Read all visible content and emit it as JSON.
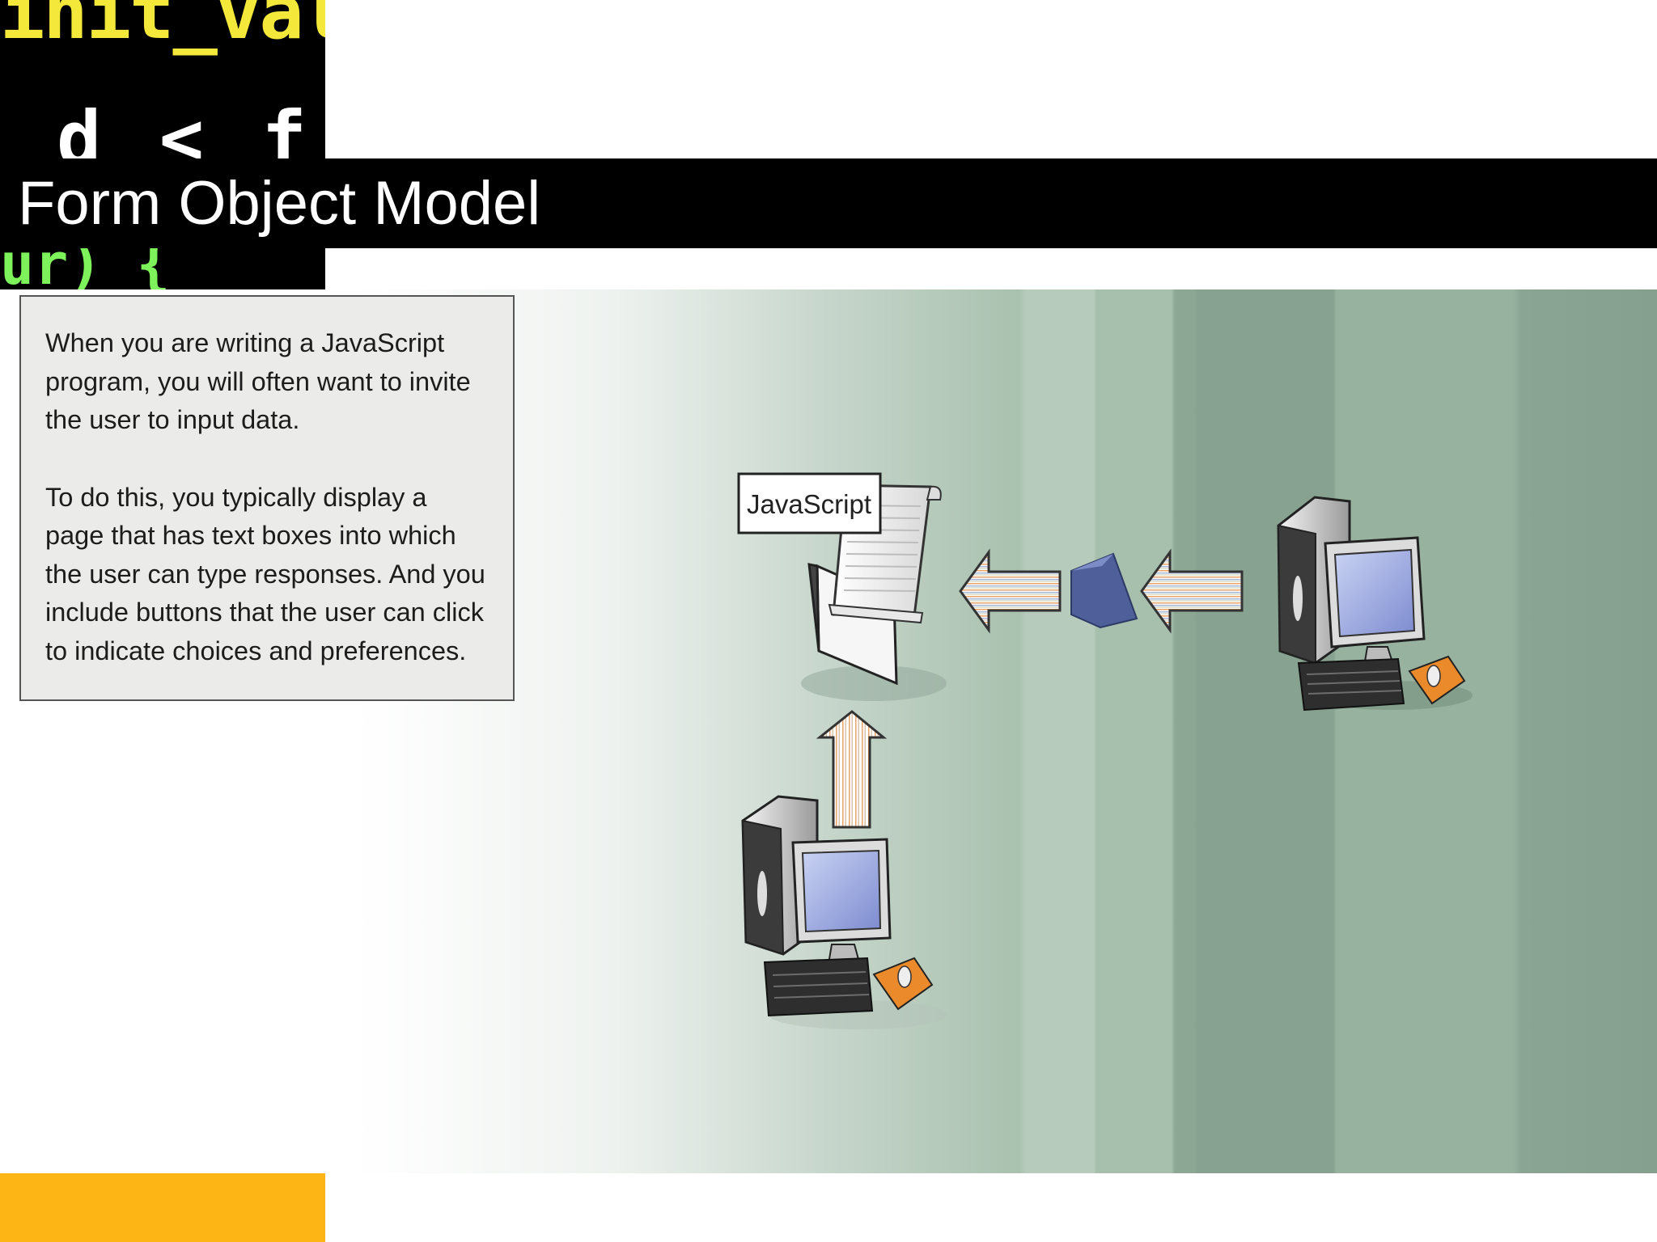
{
  "slide": {
    "title": "Form Object Model",
    "paragraphs": [
      "When you are writing a JavaScript program, you will often want to invite the user to input data.",
      "To do this, you typically display a page that has text boxes into which the user can type responses. And you include buttons that the user can click to indicate choices and preferences."
    ]
  },
  "code_image": {
    "line1": "init_val )",
    "line2_main": "d < f ",
    "line2_amp": "&&",
    "line3": "ur) {"
  },
  "diagram": {
    "script_label": "JavaScript",
    "icons": [
      "script-document-icon",
      "server-computer-icon",
      "client-computer-icon",
      "router-icon",
      "arrow-left-icon",
      "arrow-up-icon"
    ]
  },
  "colors": {
    "title_bar": "#000000",
    "title_text": "#ffffff",
    "accent_orange": "#fdb515",
    "text_box_bg": "#ebebea"
  }
}
